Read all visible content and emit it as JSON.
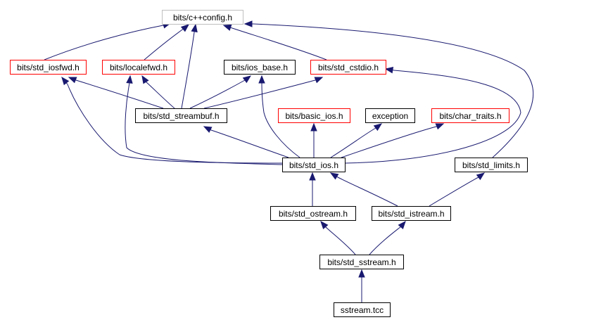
{
  "diagram": {
    "type": "include-dependency-graph",
    "colors": {
      "edge": "#191970",
      "node_border_default": "#000000",
      "node_border_truncated": "#ff0000",
      "node_border_root_faded": "#bfbfbf",
      "node_fill_current": "#000000",
      "node_text_current": "#ffffff"
    },
    "nodes": [
      {
        "id": "cxxconfig",
        "label": "bits/c++config.h",
        "style": "faded"
      },
      {
        "id": "iosfwd",
        "label": "bits/std_iosfwd.h",
        "style": "truncated"
      },
      {
        "id": "localefwd",
        "label": "bits/localefwd.h",
        "style": "truncated"
      },
      {
        "id": "ios_base",
        "label": "bits/ios_base.h",
        "style": "normal"
      },
      {
        "id": "cstdio",
        "label": "bits/std_cstdio.h",
        "style": "truncated"
      },
      {
        "id": "streambuf",
        "label": "bits/std_streambuf.h",
        "style": "normal"
      },
      {
        "id": "basic_ios",
        "label": "bits/basic_ios.h",
        "style": "truncated"
      },
      {
        "id": "exception",
        "label": "exception",
        "style": "normal"
      },
      {
        "id": "char_traits",
        "label": "bits/char_traits.h",
        "style": "truncated"
      },
      {
        "id": "ios",
        "label": "bits/std_ios.h",
        "style": "normal"
      },
      {
        "id": "limits",
        "label": "bits/std_limits.h",
        "style": "normal"
      },
      {
        "id": "ostream",
        "label": "bits/std_ostream.h",
        "style": "normal"
      },
      {
        "id": "istream",
        "label": "bits/std_istream.h",
        "style": "normal"
      },
      {
        "id": "sstream",
        "label": "bits/std_sstream.h",
        "style": "normal"
      },
      {
        "id": "sstream_tcc",
        "label": "sstream.tcc",
        "style": "current"
      }
    ],
    "edges": [
      {
        "from": "iosfwd",
        "to": "cxxconfig"
      },
      {
        "from": "localefwd",
        "to": "cxxconfig"
      },
      {
        "from": "streambuf",
        "to": "cxxconfig"
      },
      {
        "from": "cstdio",
        "to": "cxxconfig"
      },
      {
        "from": "limits",
        "to": "cxxconfig"
      },
      {
        "from": "streambuf",
        "to": "iosfwd"
      },
      {
        "from": "streambuf",
        "to": "localefwd"
      },
      {
        "from": "streambuf",
        "to": "ios_base"
      },
      {
        "from": "streambuf",
        "to": "cstdio"
      },
      {
        "from": "ios",
        "to": "iosfwd"
      },
      {
        "from": "ios",
        "to": "localefwd"
      },
      {
        "from": "ios",
        "to": "ios_base"
      },
      {
        "from": "ios",
        "to": "cstdio"
      },
      {
        "from": "ios",
        "to": "streambuf"
      },
      {
        "from": "ios",
        "to": "basic_ios"
      },
      {
        "from": "ios",
        "to": "exception"
      },
      {
        "from": "ios",
        "to": "char_traits"
      },
      {
        "from": "ostream",
        "to": "ios"
      },
      {
        "from": "istream",
        "to": "ios"
      },
      {
        "from": "istream",
        "to": "limits"
      },
      {
        "from": "sstream",
        "to": "ostream"
      },
      {
        "from": "sstream",
        "to": "istream"
      },
      {
        "from": "sstream_tcc",
        "to": "sstream"
      }
    ]
  }
}
